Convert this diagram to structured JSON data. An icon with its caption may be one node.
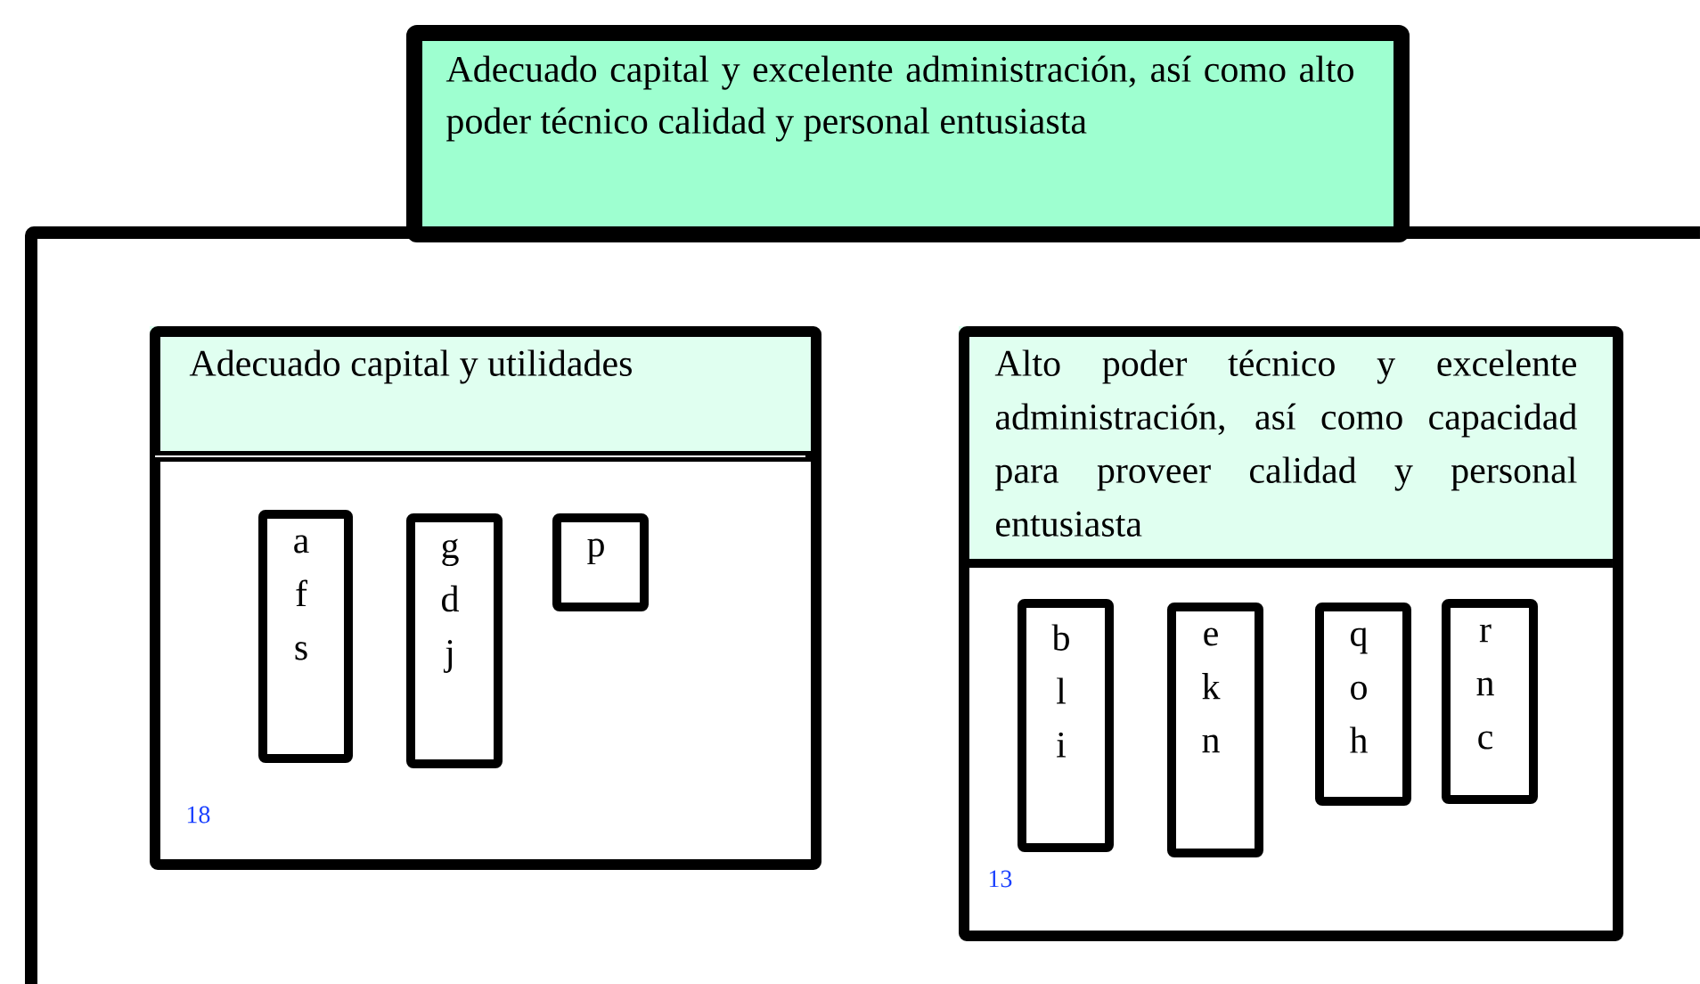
{
  "diagram": {
    "nodes": [
      {
        "text": [
          "Adecuado capital y excelente administración, así como alto poder técnico calidad y personal entusiasta"
        ]
      },
      {
        "text": [],
        "shape": "box"
      },
      {
        "text": [
          "Adecuado capital y utilidades",
          "18"
        ],
        "in": 1
      },
      {
        "text": [
          "a f s"
        ],
        "in": 2
      },
      {
        "text": [
          "g d j"
        ],
        "in": 2
      },
      {
        "text": [
          "p"
        ],
        "in": 2
      },
      {
        "text": [
          "Alto poder técnico y excelente administración, así como capacidad para proveer calidad y personal entusiasta",
          "13"
        ],
        "in": 1
      },
      {
        "text": [
          "b l i"
        ],
        "in": 6
      },
      {
        "text": [
          "e k n"
        ],
        "in": 6
      },
      {
        "text": [
          "q o h"
        ],
        "in": 6
      },
      {
        "text": [
          "r n c"
        ],
        "in": 6
      }
    ]
  }
}
